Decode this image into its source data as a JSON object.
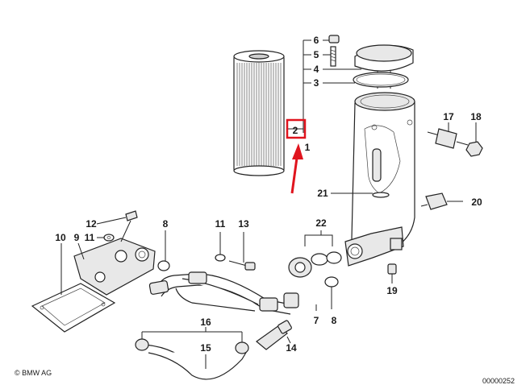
{
  "diagram": {
    "copyright": "© BMW AG",
    "drawing_number": "00000252",
    "highlight_color": "#e0141e",
    "arrow_color": "#e0141e",
    "highlighted_part": "2",
    "part_labels": {
      "p1": "1",
      "p2": "2",
      "p3": "3",
      "p4": "4",
      "p5": "5",
      "p6": "6",
      "p7": "7",
      "p8a": "8",
      "p8b": "8",
      "p9": "9",
      "p10": "10",
      "p11a": "11",
      "p11b": "11",
      "p12": "12",
      "p13": "13",
      "p14": "14",
      "p15": "15",
      "p16": "16",
      "p17": "17",
      "p18": "18",
      "p19": "19",
      "p20": "20",
      "p21": "21",
      "p22": "22"
    }
  }
}
